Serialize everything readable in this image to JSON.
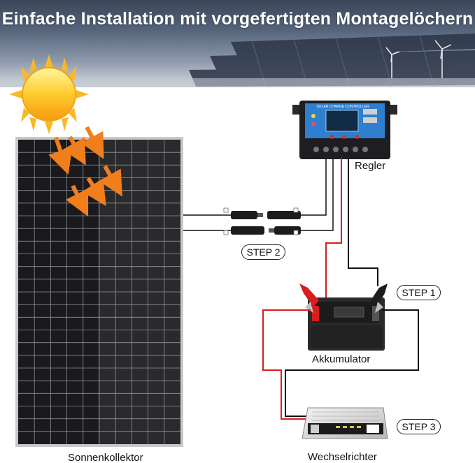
{
  "header": {
    "title": "Einfache Installation mit vorgefertigten Montagelöchern"
  },
  "components": {
    "panel_label": "Sonnenkollektor",
    "controller_label": "Regler",
    "controller_face_text": "SOLAR CHARGE CONTROLLER",
    "battery_label": "Akkumulator",
    "inverter_label": "Wechselrichter"
  },
  "steps": {
    "step1": "STEP 1",
    "step2": "STEP 2",
    "step3": "STEP 3"
  },
  "icons": [
    "sun-icon",
    "connector-icon",
    "battery-clamp-icon"
  ],
  "colors": {
    "red_wire": "#d81e1e",
    "black_wire": "#111111",
    "sun_arrow": "#f07e1d",
    "controller_blue": "#2f7fd0"
  }
}
